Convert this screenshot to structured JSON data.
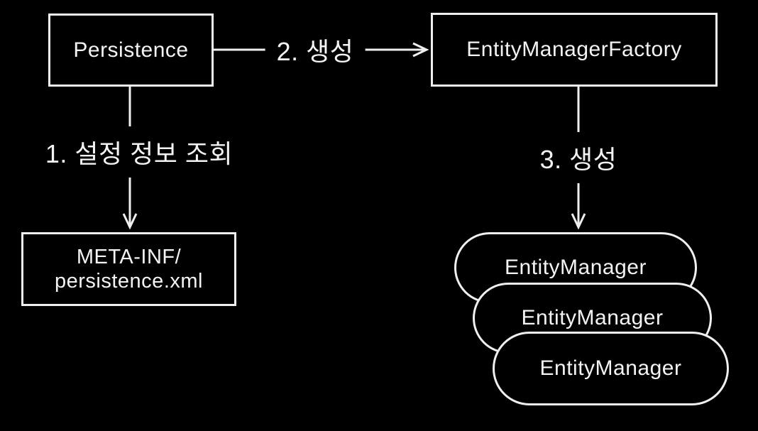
{
  "colors": {
    "background": "#000000",
    "line": "#efefef",
    "text": "#f3f3f3"
  },
  "nodes": {
    "persistence": {
      "label": "Persistence"
    },
    "entity_manager_factory": {
      "label": "EntityManagerFactory"
    },
    "persistence_xml": {
      "line1": "META-INF/",
      "line2": "persistence.xml"
    },
    "entity_managers": [
      {
        "label": "EntityManager"
      },
      {
        "label": "EntityManager"
      },
      {
        "label": "EntityManager"
      }
    ]
  },
  "edges": {
    "step1": {
      "label": "1. 설정 정보 조회"
    },
    "step2": {
      "label": "2. 생성"
    },
    "step3": {
      "label": "3. 생성"
    }
  }
}
